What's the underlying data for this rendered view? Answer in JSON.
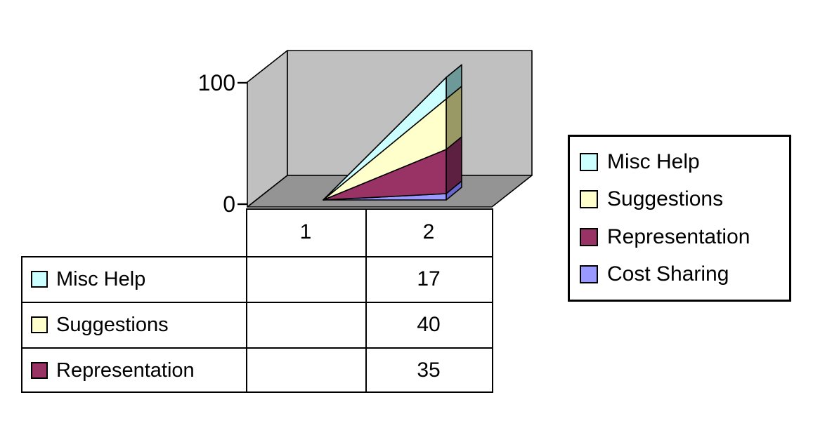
{
  "chart_data": {
    "type": "area",
    "subtype": "3d-stacked-area",
    "title": "",
    "categories": [
      "1",
      "2"
    ],
    "series": [
      {
        "name": "Misc Help",
        "color": "#CCFFFF",
        "side_color": "#6E9999",
        "values": [
          null,
          17
        ]
      },
      {
        "name": "Suggestions",
        "color": "#FFFFCC",
        "side_color": "#999966",
        "values": [
          null,
          40
        ]
      },
      {
        "name": "Representation",
        "color": "#993366",
        "side_color": "#5E2040",
        "values": [
          null,
          35
        ]
      },
      {
        "name": "Cost Sharing",
        "color": "#9999FF",
        "side_color": "#6666CC",
        "values": [
          null,
          5
        ]
      }
    ],
    "ylim": [
      0,
      100
    ],
    "yticks": [
      "0",
      "100"
    ],
    "grid": false,
    "legend_position": "right",
    "walls_color": "#C0C0C0",
    "floor_color": "#949494"
  },
  "chart_axis": {
    "y_max_label": "100",
    "y_min_label": "0"
  },
  "table": {
    "category_headers": [
      "1",
      "2"
    ],
    "rows": [
      {
        "label": "Misc Help",
        "key_color": "#CCFFFF",
        "values": [
          "",
          "17"
        ]
      },
      {
        "label": "Suggestions",
        "key_color": "#FFFFCC",
        "values": [
          "",
          "40"
        ]
      },
      {
        "label": "Representation",
        "key_color": "#993366",
        "values": [
          "",
          "35"
        ]
      }
    ]
  },
  "legend": {
    "items": [
      {
        "label": "Misc Help",
        "color": "#CCFFFF"
      },
      {
        "label": "Suggestions",
        "color": "#FFFFCC"
      },
      {
        "label": "Representation",
        "color": "#993366"
      },
      {
        "label": "Cost Sharing",
        "color": "#9999FF"
      }
    ]
  }
}
